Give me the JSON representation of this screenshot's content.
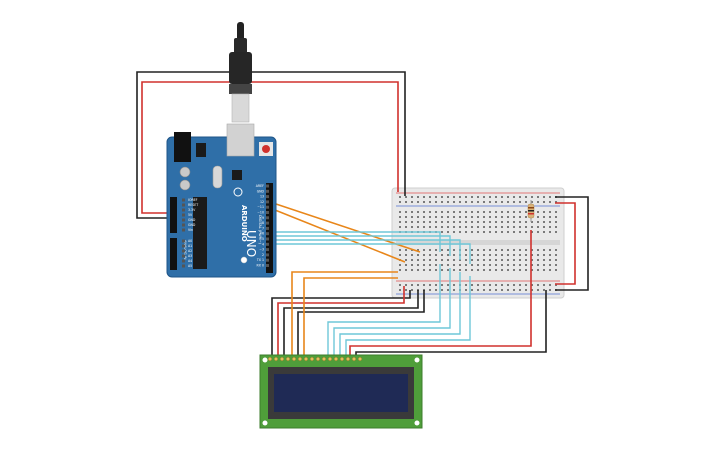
{
  "arduino": {
    "brand_text": "ARDUINO",
    "model_text": "UNO",
    "digital_label": "DIGITAL (PWM~)",
    "analog_label": "ANALOG IN",
    "power_labels": [
      "IOREF",
      "RESET",
      "3.3V",
      "5V",
      "GND",
      "GND",
      "Vin"
    ],
    "analog_pins": [
      "A0",
      "A1",
      "A2",
      "A3",
      "A4",
      "A5"
    ],
    "digital_pins": [
      "AREF",
      "GND",
      "13",
      "12",
      "~11",
      "~10",
      "~9",
      "8",
      "7",
      "~6",
      "~5",
      "4",
      "~3",
      "2",
      "TX 1",
      "RX 0"
    ]
  },
  "lcd": {
    "pin_count": 16
  },
  "colors": {
    "board": "#2f6fa8",
    "board_edge": "#1f5588",
    "lcd_pcb": "#4f9e3a",
    "lcd_screen": "#1f2a55",
    "breadboard": "#e9e9e9",
    "wire_red": "#d0312d",
    "wire_black": "#222222",
    "wire_orange": "#e8861a",
    "wire_cyan": "#6fc7d8",
    "usb_cable": "#222222",
    "usb_plug": "#d9d9d9"
  }
}
